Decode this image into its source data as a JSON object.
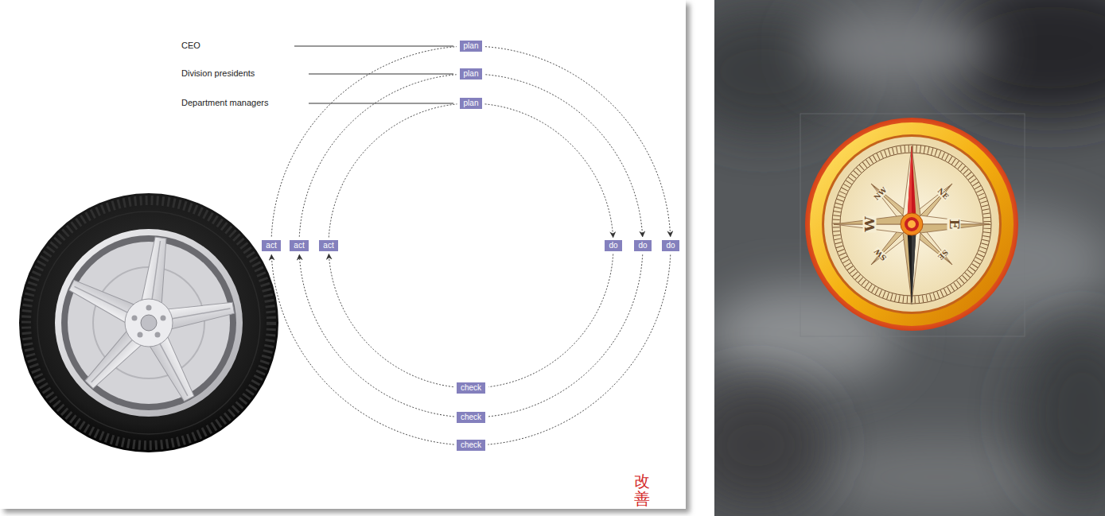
{
  "diagram": {
    "nodes": [
      {
        "text": [
          "plan"
        ]
      },
      {
        "text": [
          "plan"
        ]
      },
      {
        "text": [
          "plan"
        ]
      },
      {
        "text": [
          "act"
        ]
      },
      {
        "text": [
          "act"
        ]
      },
      {
        "text": [
          "act"
        ]
      },
      {
        "text": [
          "do"
        ]
      },
      {
        "text": [
          "do"
        ]
      },
      {
        "text": [
          "do"
        ]
      },
      {
        "text": [
          "check"
        ]
      },
      {
        "text": [
          "check"
        ]
      },
      {
        "text": [
          "check"
        ]
      }
    ],
    "edges": [
      {
        "from": 0,
        "to": 8,
        "arrow": "to"
      },
      {
        "from": 8,
        "to": 11,
        "arrow": "none"
      },
      {
        "from": 11,
        "to": 3,
        "arrow": "to"
      },
      {
        "from": 3,
        "to": 0,
        "arrow": "none"
      },
      {
        "from": 1,
        "to": 7,
        "arrow": "to"
      },
      {
        "from": 7,
        "to": 10,
        "arrow": "none"
      },
      {
        "from": 10,
        "to": 4,
        "arrow": "to"
      },
      {
        "from": 4,
        "to": 1,
        "arrow": "none"
      },
      {
        "from": 2,
        "to": 6,
        "arrow": "to"
      },
      {
        "from": 6,
        "to": 9,
        "arrow": "none"
      },
      {
        "from": 9,
        "to": 5,
        "arrow": "to"
      },
      {
        "from": 5,
        "to": 2,
        "arrow": "none"
      }
    ],
    "labels": [
      "CEO",
      "Division presidents",
      "Department managers",
      "改善",
      "NW",
      "NE",
      "W",
      "E",
      "SW",
      "SE"
    ]
  }
}
